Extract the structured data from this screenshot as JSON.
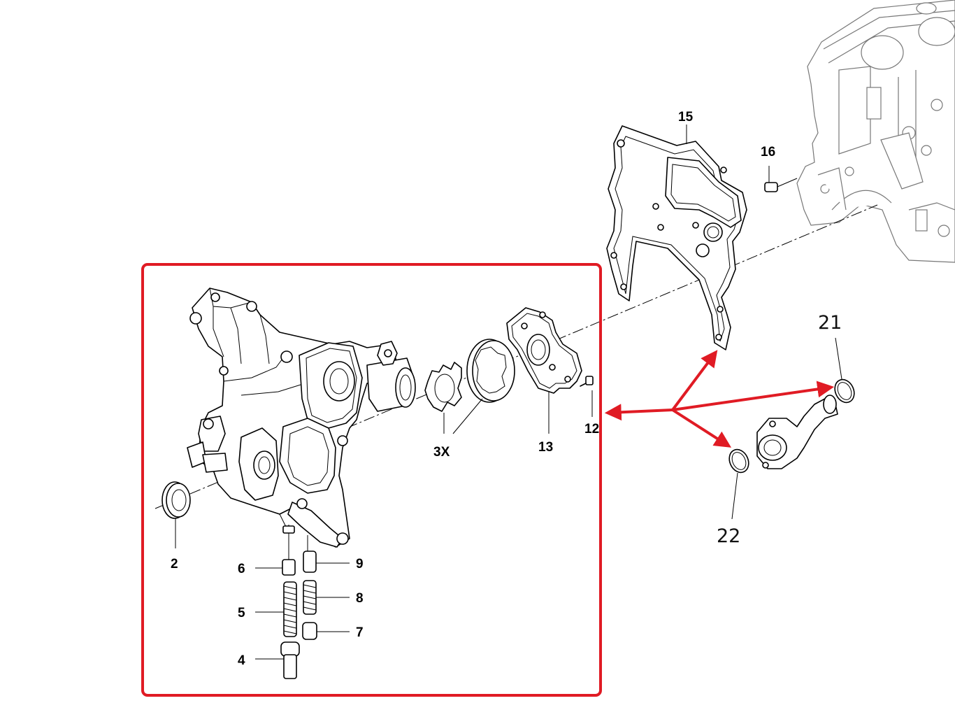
{
  "colors": {
    "highlight": "#e01b24",
    "line": "#000000",
    "background": "#ffffff"
  },
  "callouts": {
    "c15": "15",
    "c16": "16",
    "c21": "21",
    "c22": "22",
    "c2": "2",
    "c3x": "3X",
    "c13": "13",
    "c12": "12",
    "c6": "6",
    "c9": "9",
    "c5": "5",
    "c8": "8",
    "c7": "7",
    "c4": "4"
  }
}
